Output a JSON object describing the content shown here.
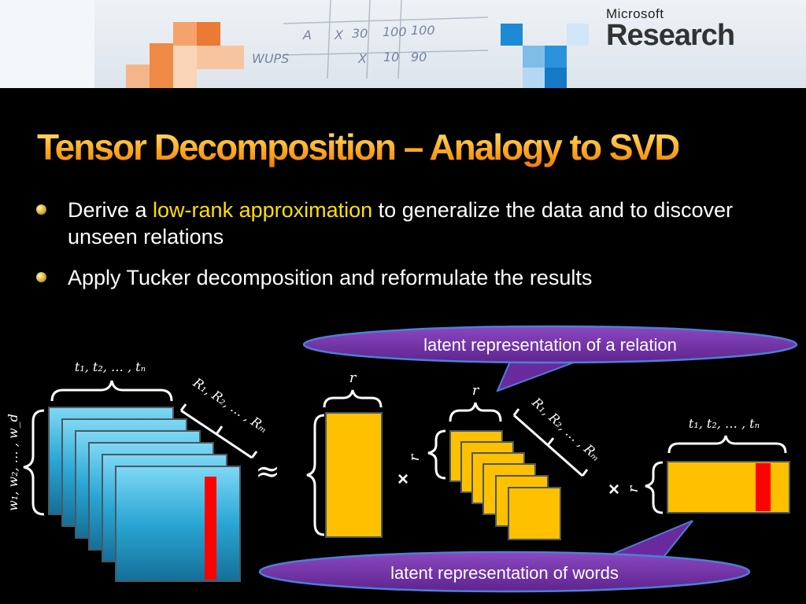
{
  "header": {
    "brand_small": "Microsoft",
    "brand_big": "Research",
    "background_sketch_text": [
      "A",
      "X",
      "30",
      "100",
      "100",
      "WUPS",
      "X",
      "10",
      "90"
    ]
  },
  "slide": {
    "title": "Tensor Decomposition – Analogy to SVD",
    "bullets": [
      {
        "prefix": "Derive a ",
        "highlight": "low-rank approximation",
        "suffix": " to generalize the data and to discover unseen relations"
      },
      {
        "text": "Apply Tucker decomposition and reformulate the results"
      }
    ]
  },
  "diagram": {
    "callout_top": "latent representation of a relation",
    "callout_bottom": "latent representation of words",
    "labels": {
      "t_seq": "t₁, t₂, … , tₙ",
      "w_seq": "w₁, w₂, … , w_d",
      "R_seq": "R₁, R₂, … , Rₘ",
      "r": "r",
      "approx": "≈",
      "times": "×"
    },
    "colors": {
      "accent_yellow": "#ffc000",
      "highlight_red": "#ff0000",
      "tensor_cyan": "#3ab0d8",
      "callout_purple": "#7030a0",
      "title_orange": "#ff9c1a"
    }
  }
}
